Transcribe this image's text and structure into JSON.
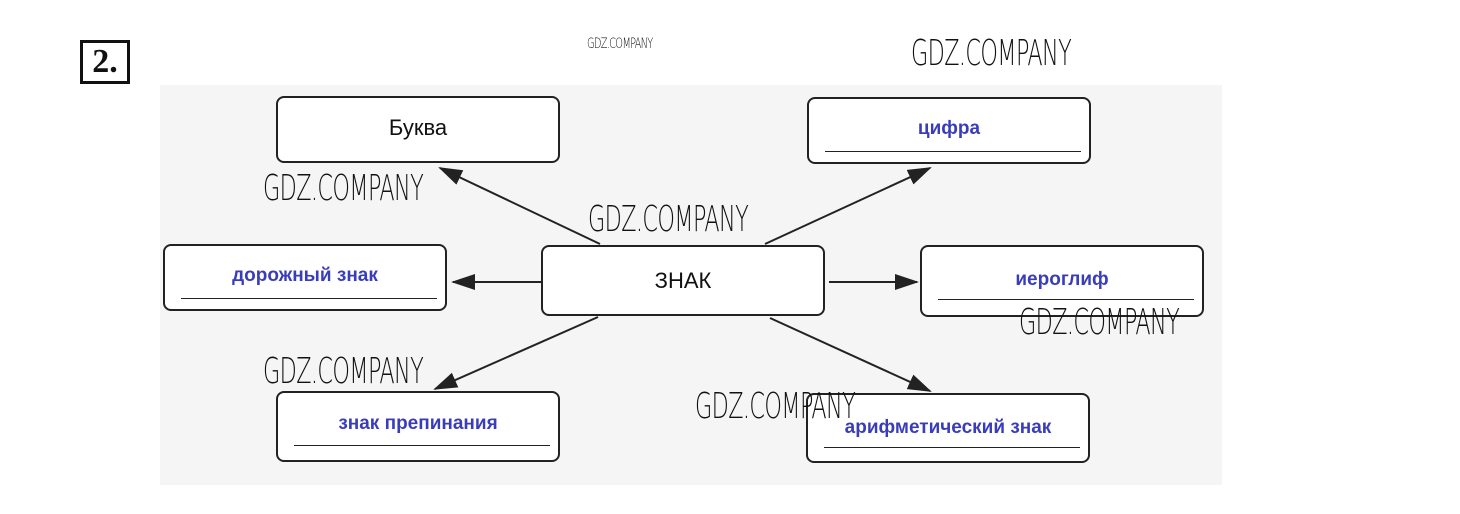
{
  "task_number": "2.",
  "center": "ЗНАК",
  "given": "Буква",
  "answers": {
    "top_right": "цифра",
    "left": "дорожный знак",
    "right": "иероглиф",
    "bottom_left": "знак препинания",
    "bottom_right": "арифметический знак"
  },
  "watermark": "GDZ.COMPANY",
  "colors": {
    "answer": "#3a3dbb"
  }
}
